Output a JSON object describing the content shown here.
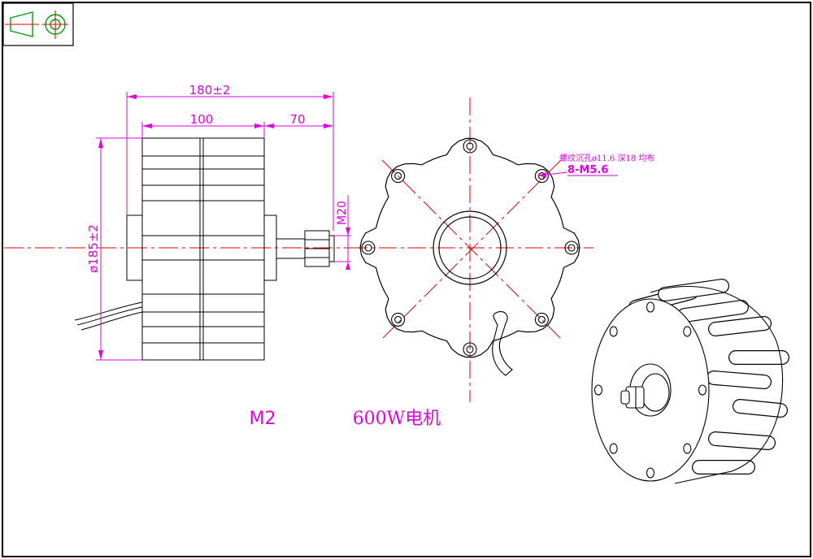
{
  "colors": {
    "outline": "#000000",
    "dimension": "#e000e0",
    "centerline": "#e00000",
    "symbol_green": "#00a000",
    "symbol_red": "#e00000"
  },
  "dimensions": {
    "overall_length": "180±2",
    "housing_length": "100",
    "shaft_length": "70",
    "diameter": "ø185±2",
    "thread": "M20"
  },
  "hole_note": {
    "line1": "螺纹沉孔ø11.6 深18 均布",
    "line2": "8-M5.6"
  },
  "labels": {
    "model": "M2",
    "power": "600W电机"
  },
  "icons": {
    "projection_symbol": "first-angle-projection-icon"
  }
}
